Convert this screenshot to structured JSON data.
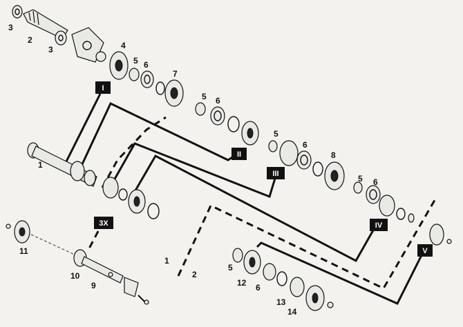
{
  "diagram": {
    "part_numbers": [
      "3",
      "2",
      "3",
      "4",
      "5",
      "6",
      "7",
      "5",
      "6",
      "5",
      "6",
      "8",
      "5",
      "6",
      "1",
      "11",
      "10",
      "9",
      "5",
      "12",
      "6",
      "13",
      "14"
    ],
    "gear_tags": [
      "I",
      "II",
      "III",
      "IV",
      "V",
      "3X"
    ],
    "variant_labels": [
      "1",
      "2"
    ]
  }
}
